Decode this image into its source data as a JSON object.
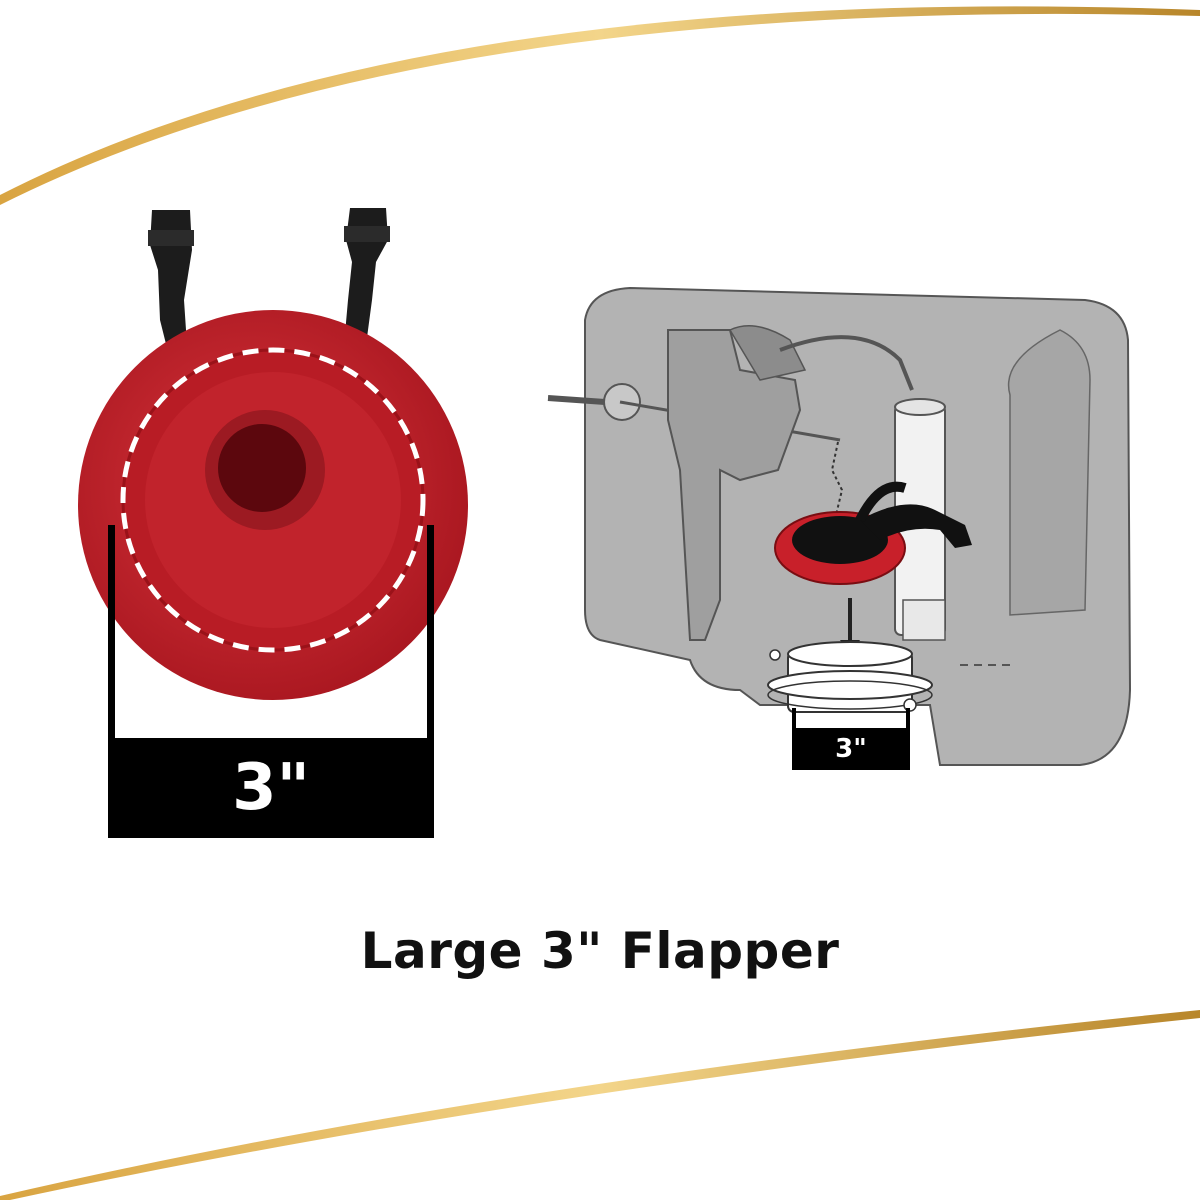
{
  "image": {
    "flapper_dimension": "3\"",
    "tank_dimension": "3\"",
    "caption": "Large 3\" Flapper",
    "colors": {
      "accent_gold": "#c9952e",
      "flapper_red": "#c8202a",
      "tank_gray": "#b3b3b3",
      "label_black": "#000000"
    }
  }
}
